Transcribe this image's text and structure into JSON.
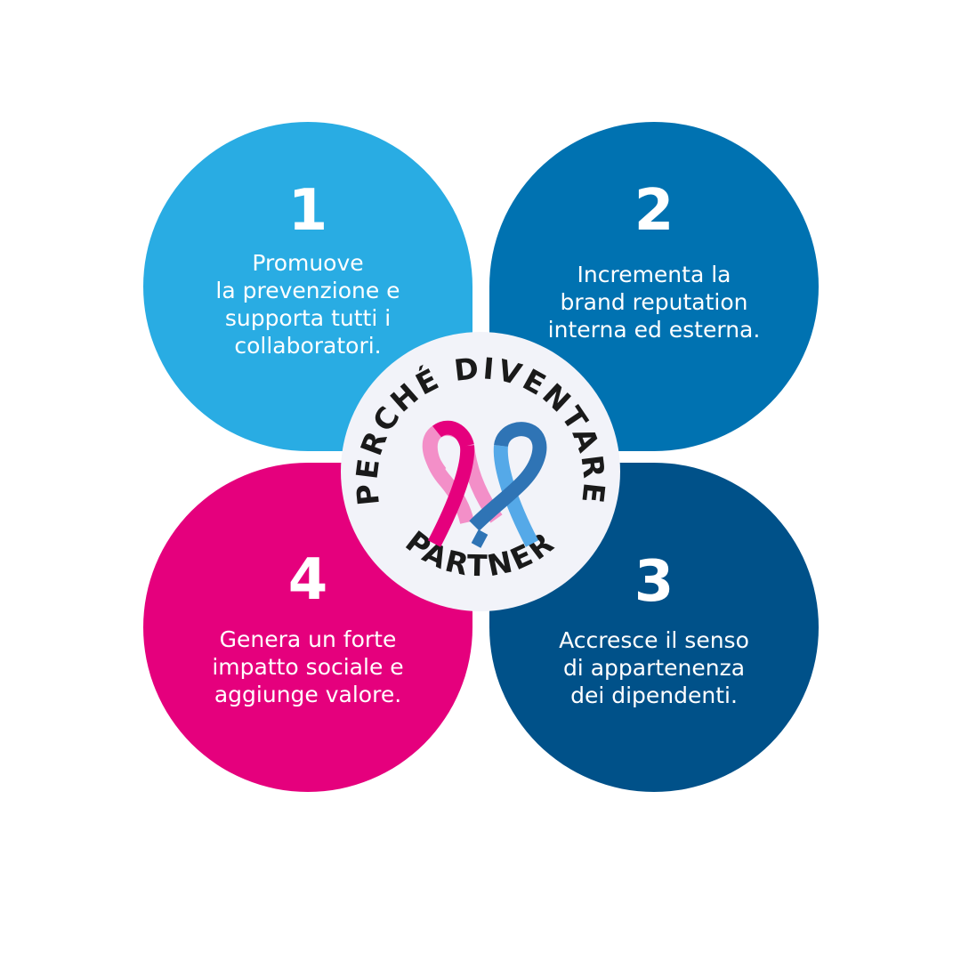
{
  "badge": {
    "top_text": "PERCHÉ DIVENTARE",
    "bottom_text": "PARTNER",
    "ribbons": [
      "pink-ribbon-icon",
      "blue-ribbon-icon"
    ],
    "colors": {
      "background": "#f2f3f9",
      "pink_dark": "#e5007d",
      "pink_light": "#f38fc8",
      "blue_dark": "#2f74b5",
      "blue_light": "#55a9e8"
    }
  },
  "points": [
    {
      "number": "1",
      "text": "Promuove\nla prevenzione e\nsupporta tutti i\ncollaboratori.",
      "color": "#29ace3"
    },
    {
      "number": "2",
      "text": "Incrementa la\nbrand reputation\ninterna ed esterna.",
      "color": "#0072b1"
    },
    {
      "number": "3",
      "text": "Accresce il senso\ndi appartenenza\ndei dipendenti.",
      "color": "#005189"
    },
    {
      "number": "4",
      "text": "Genera un forte\nimpatto sociale e\naggiunge valore.",
      "color": "#e5007d"
    }
  ]
}
